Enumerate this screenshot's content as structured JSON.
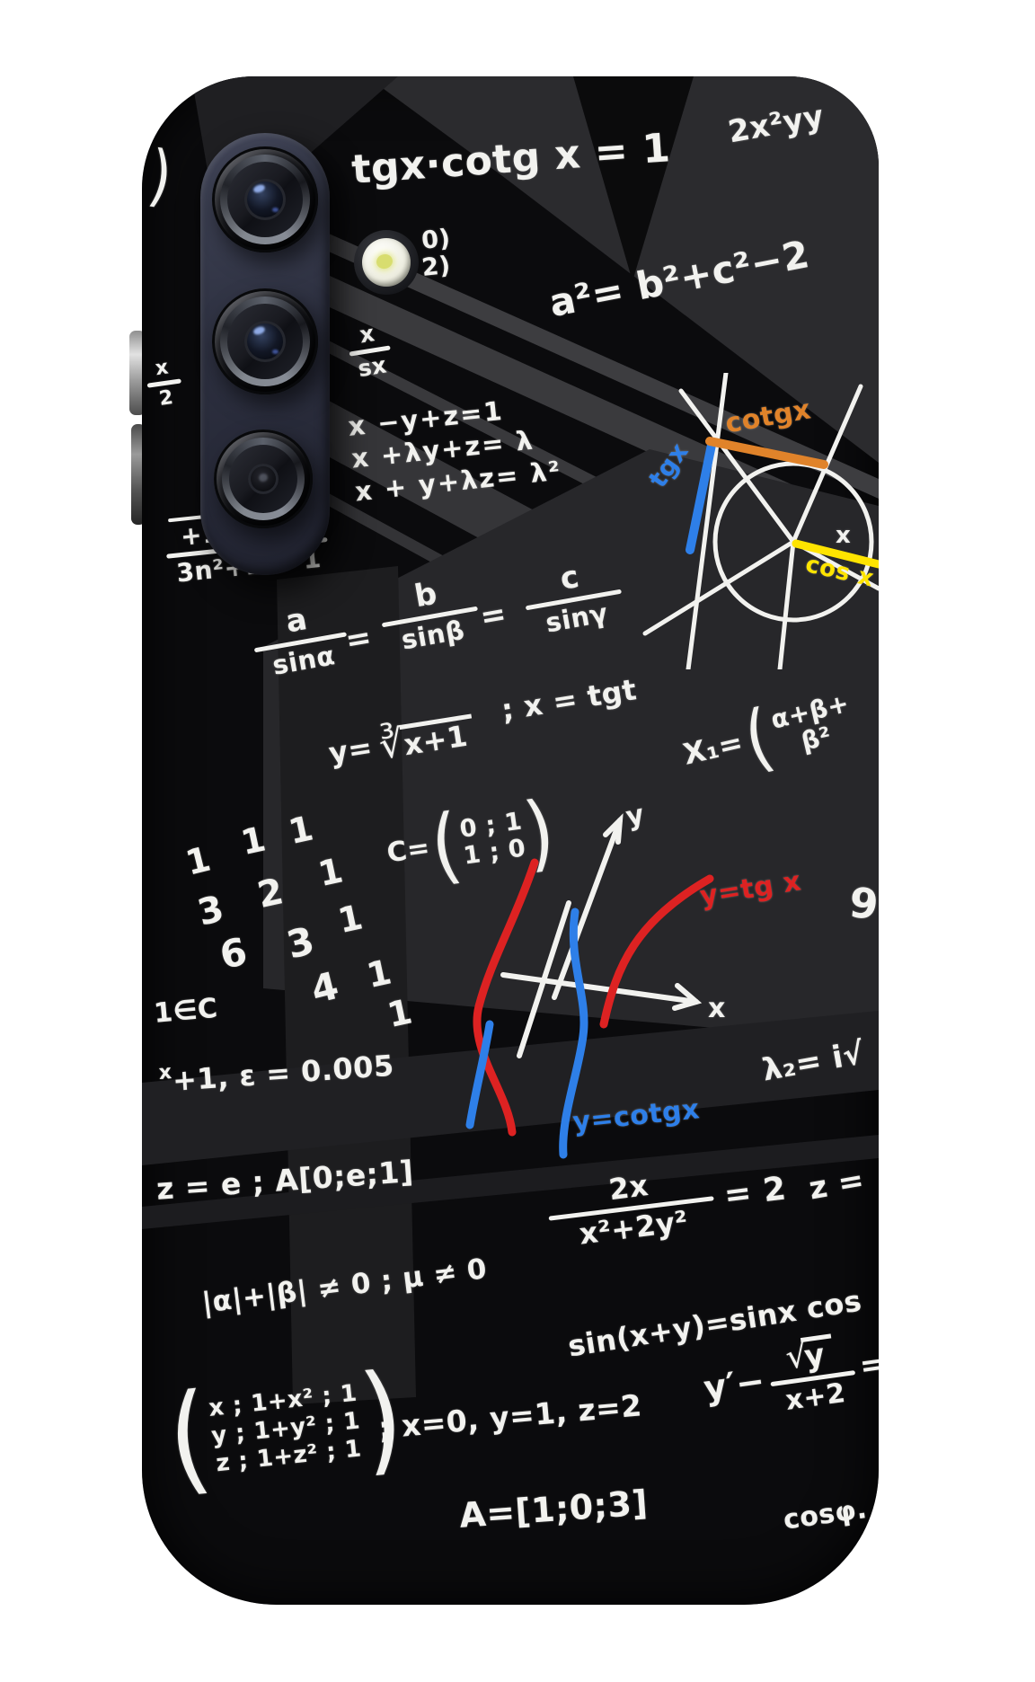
{
  "colors": {
    "background": "#ffffff",
    "case_black": "#0b0b0d",
    "chalk_white": "#f2f2ef",
    "accent_orange": "#e0832a",
    "accent_blue": "#2e7fe8",
    "accent_yellow": "#ffe400",
    "accent_red": "#dd2222",
    "camera_plate": "#363a50",
    "flash_core": "#d8dd6f"
  },
  "chalk": {
    "identity": "tgx·cotg x = 1",
    "power": "2x²yy",
    "cosine_law": "a²= b²+c²−2",
    "binom": {
      "num": "0)",
      "den": "2)"
    },
    "stat_fraction": {
      "num": "x",
      "den": "sx"
    },
    "system": [
      "x −y+z=1",
      "x +λy+z= λ",
      "x + y+λz= λ²"
    ],
    "unit_circle": {
      "cotg": "cotgx",
      "tg": "tgx",
      "cos": "cos x",
      "x_axis": "x"
    },
    "limit_fraction": {
      "num": "+1",
      "den": "3n²+2n−1"
    },
    "sine_rule": {
      "a": "a",
      "sin_a": "sinα",
      "b": "b",
      "sin_b": "sinβ",
      "c": "c",
      "sin_c": "sinγ",
      "eq": "="
    },
    "cubic_root": {
      "lead": "y=",
      "sign": "∛",
      "root": "x+1",
      "tail": "; x = tgt"
    },
    "x1_fraction": {
      "lead": "X₁=",
      "paren": "(",
      "num": "α+β+",
      "den": "β²"
    },
    "c_matrix": {
      "lead": "C=",
      "open": "(",
      "row1": "0 ; 1",
      "row2": "1 ; 0",
      "close": ")"
    },
    "pascal": [
      "1",
      "1",
      "1",
      "3",
      "2",
      "1",
      "6",
      "3",
      "1",
      "4",
      "1",
      "1"
    ],
    "in_c": "1∈C",
    "epsilon": {
      "sup": "x",
      "rest": "+1, ε = 0.005"
    },
    "lambda": "λ₂= i√",
    "nine": "9",
    "exp_a": "z = e ; A[0;e;1]",
    "ratio": {
      "num": "2x",
      "den": "x²+2y²",
      "eq": "= 2"
    },
    "z_eq": "z =",
    "nonzero": "|α|+|β| ≠ 0 ; μ ≠ 0",
    "sin_sum": "sin(x+y)=sinx cos",
    "ode": {
      "lead": "y′−",
      "sign": "√",
      "num": "y",
      "den": "x+2",
      "eq": "="
    },
    "big_matrix": {
      "open": "(",
      "row1": "x ; 1+x² ; 1",
      "row2": "y ; 1+y² ; 1",
      "row3": "z ; 1+z² ; 1",
      "close": ")",
      "tail": "; x=0, y=1, z=2"
    },
    "vector_a": "A=[1;0;3]",
    "cos_phi": "cosφ.",
    "graph": {
      "tg_label": "y=tg x",
      "cotg_label": "y=cotgx",
      "x_label": "x",
      "y_label": "y"
    },
    "corner_mark": ")",
    "edge_fraction": {
      "num": "x",
      "den": "2"
    }
  }
}
